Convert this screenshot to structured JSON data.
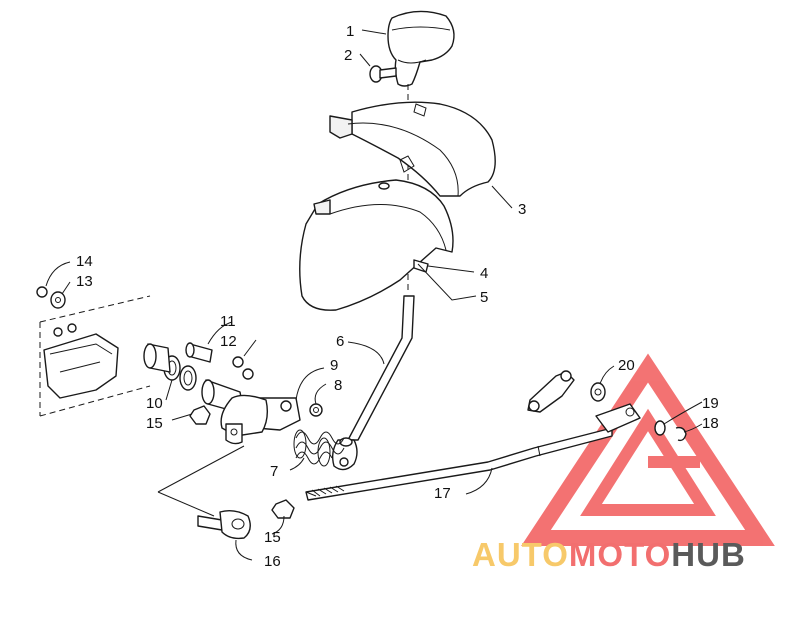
{
  "callouts": [
    {
      "id": "c1",
      "label": "1"
    },
    {
      "id": "c2",
      "label": "2"
    },
    {
      "id": "c3",
      "label": "3"
    },
    {
      "id": "c4",
      "label": "4"
    },
    {
      "id": "c5",
      "label": "5"
    },
    {
      "id": "c6",
      "label": "6"
    },
    {
      "id": "c7",
      "label": "7"
    },
    {
      "id": "c8",
      "label": "8"
    },
    {
      "id": "c9",
      "label": "9"
    },
    {
      "id": "c10",
      "label": "10"
    },
    {
      "id": "c11",
      "label": "11"
    },
    {
      "id": "c12",
      "label": "12"
    },
    {
      "id": "c13",
      "label": "13"
    },
    {
      "id": "c14",
      "label": "14"
    },
    {
      "id": "c15a",
      "label": "15"
    },
    {
      "id": "c15b",
      "label": "15"
    },
    {
      "id": "c16",
      "label": "16"
    },
    {
      "id": "c17",
      "label": "17"
    },
    {
      "id": "c18",
      "label": "18"
    },
    {
      "id": "c19",
      "label": "19"
    },
    {
      "id": "c20",
      "label": "20"
    }
  ],
  "watermark": {
    "part1": "AUTO",
    "part2": "MOTO",
    "part3": "HUB",
    "colors": {
      "auto": "#f7c96a",
      "moto": "#f26f6f",
      "hub": "#5a5a5a",
      "triangle": "#f15a5a"
    }
  }
}
